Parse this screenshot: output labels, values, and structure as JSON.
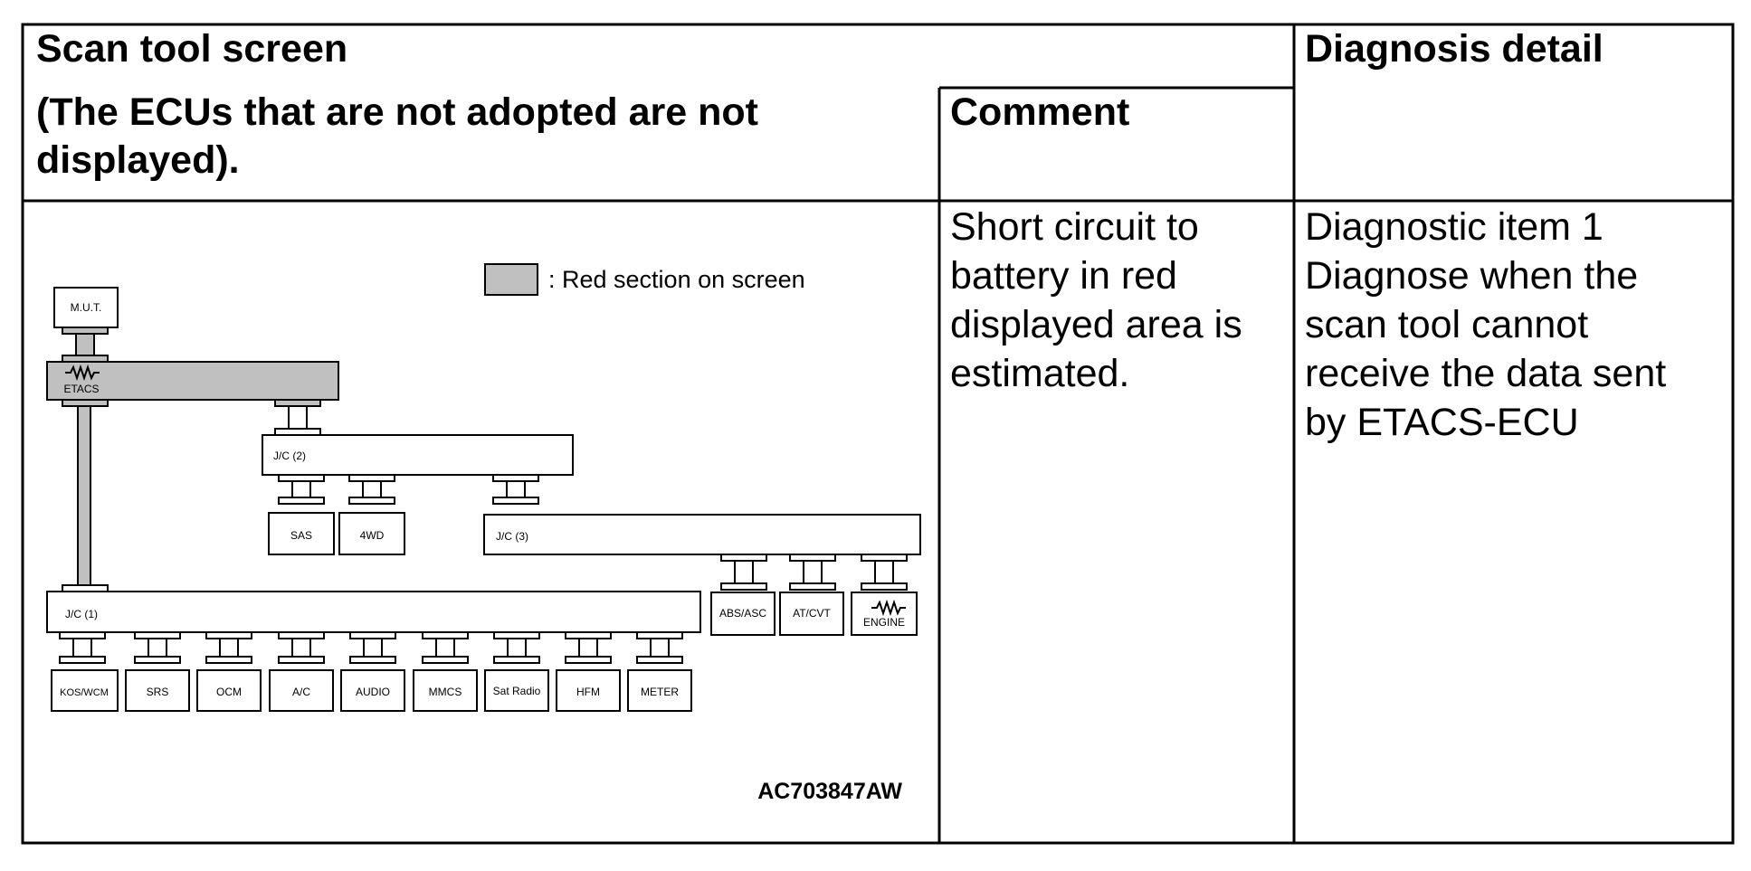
{
  "table": {
    "header": {
      "scan_tool_screen": "Scan tool screen",
      "scan_tool_note_line1": "(The ECUs that are not adopted are not",
      "scan_tool_note_line2": "displayed).",
      "comment": "Comment",
      "diagnosis_detail": "Diagnosis detail"
    },
    "comment_lines": [
      "Short circuit to",
      "battery in red",
      "displayed area is",
      "estimated."
    ],
    "diagnosis_lines": [
      "Diagnostic item 1",
      "Diagnose when the",
      "scan tool cannot",
      "receive the data sent",
      "by ETACS-ECU"
    ]
  },
  "diagram": {
    "legend_label": ": Red section on screen",
    "figure_id": "AC703847AW",
    "highlight_color": "#c0c0c0",
    "nodes": {
      "mut": "M.U.T.",
      "etacs": "ETACS",
      "jc2": "J/C (2)",
      "jc3": "J/C (3)",
      "jc1": "J/C (1)",
      "sas": "SAS",
      "fourwd": "4WD",
      "abs_asc": "ABS/ASC",
      "at_cvt": "AT/CVT",
      "engine": "ENGINE",
      "kos_wcm": "KOS/WCM",
      "srs": "SRS",
      "ocm": "OCM",
      "ac": "A/C",
      "audio": "AUDIO",
      "mmcs": "MMCS",
      "sat_radio": "Sat Radio",
      "hfm": "HFM",
      "meter": "METER"
    }
  }
}
